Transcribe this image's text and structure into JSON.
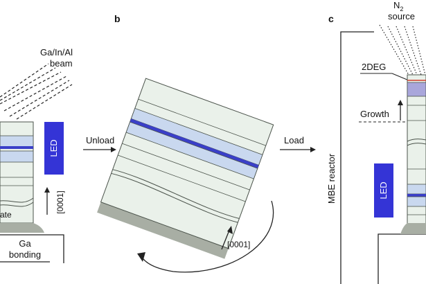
{
  "panels": {
    "b": "b",
    "c": "c"
  },
  "labels": {
    "beam_line1": "Ga/In/Al",
    "beam_line2": "beam",
    "led_left": "LED",
    "direction_left": "[0001]",
    "substrate_fragment": "ate",
    "ga_bonding_line1": "Ga",
    "ga_bonding_line2": "bonding",
    "unload": "Unload",
    "direction_rotated": "[0001]",
    "load": "Load",
    "n2_line1": "N",
    "n2_subscript": "2",
    "n2_line2": "source",
    "twodeg": "2DEG",
    "growth": "Growth",
    "mbe_reactor": "MBE reactor",
    "led_right": "LED"
  },
  "colors": {
    "stack_fill": "#eaf1ea",
    "stack_stroke": "#4a524a",
    "light_blue": "#c9d8ef",
    "dark_blue": "#3a3fc8",
    "led_blue": "#3434d6",
    "grey_base": "#a8aea4",
    "purple_layer": "#a9a6db",
    "red_line": "#d03a2a"
  }
}
